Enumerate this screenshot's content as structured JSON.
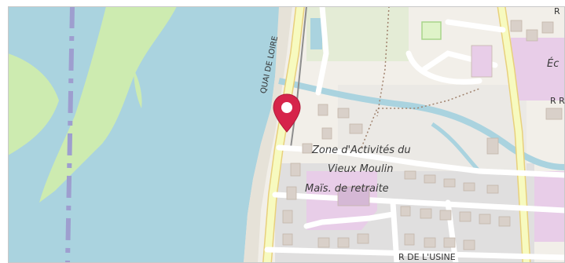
{
  "map": {
    "labels": {
      "zone": "Zone d'Activités du",
      "moulin": "Vieux Moulin",
      "retraite": "Maïs. de retraite",
      "school": "Éc",
      "road_r1": "R",
      "road_r2": "R R",
      "quai": "QUAI DE LOIRE",
      "usine": "R DE L'USINE"
    },
    "colors": {
      "water": "#aad3df",
      "land": "#f2efe9",
      "vegetation": "#cdebb0",
      "road": "#f7fabf",
      "road_edge": "#e8d07c",
      "residential": "#e0dfdf",
      "building": "#d9d0c9",
      "campus": "#e8cde8",
      "marker": "#d6244a"
    },
    "icons": [
      "location-pin-icon"
    ]
  }
}
